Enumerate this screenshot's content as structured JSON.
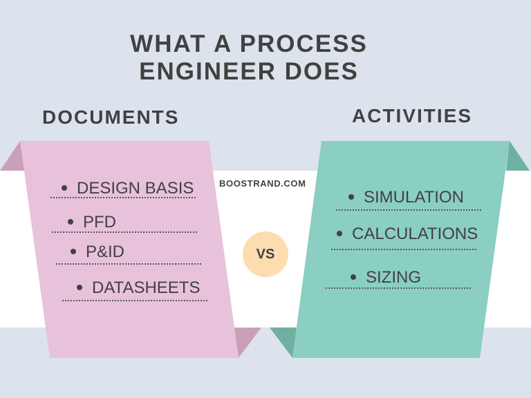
{
  "title": {
    "line1": "WHAT A PROCESS",
    "line2": "ENGINEER DOES"
  },
  "left": {
    "heading": "DOCUMENTS",
    "color": "#e8c1da",
    "fold_color": "#c9a0b8",
    "items": [
      "DESIGN BASIS",
      "PFD",
      "P&ID",
      "DATASHEETS"
    ]
  },
  "right": {
    "heading": "ACTIVITIES",
    "color": "#8acfc1",
    "fold_color": "#6fb0a2",
    "items": [
      "SIMULATION",
      "CALCULATIONS",
      "SIZING"
    ]
  },
  "brand": "BOOSTRAND.COM",
  "vs_label": "VS",
  "colors": {
    "background": "#dde3ec",
    "band": "#ffffff",
    "vs_circle": "#fddcb0",
    "text": "#414141"
  }
}
